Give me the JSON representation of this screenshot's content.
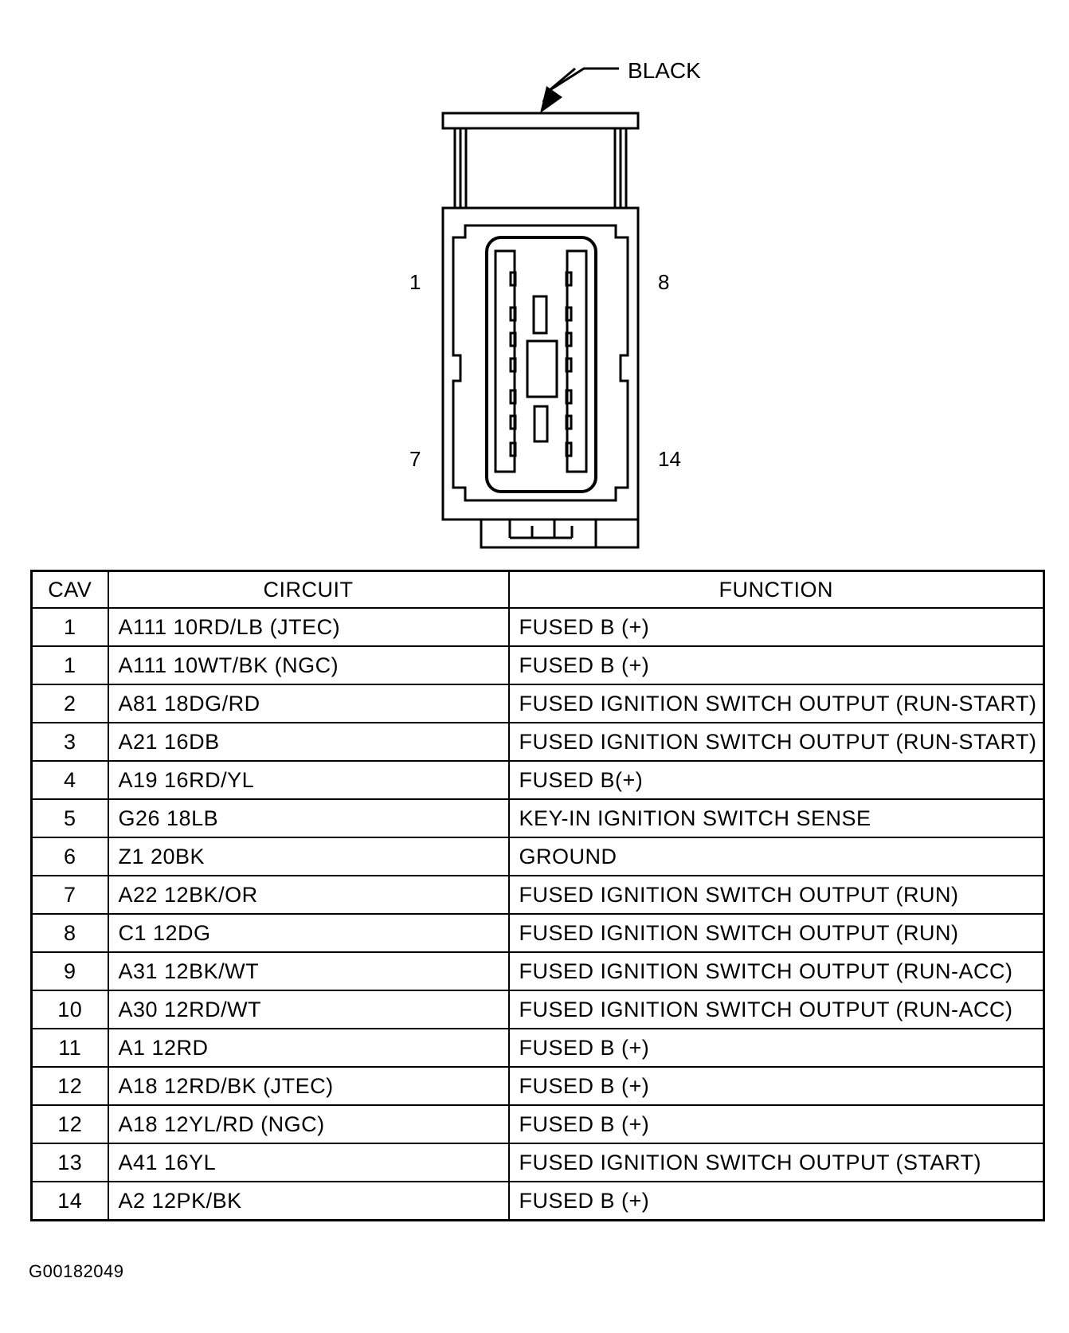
{
  "connector": {
    "color_label": "BLACK",
    "pin_labels": {
      "top_left": "1",
      "bottom_left": "7",
      "top_right": "8",
      "bottom_right": "14"
    }
  },
  "table": {
    "headers": {
      "cav": "CAV",
      "circuit": "CIRCUIT",
      "function": "FUNCTION"
    },
    "rows": [
      {
        "cav": "1",
        "circuit": "A111 10RD/LB (JTEC)",
        "function": "FUSED B (+)"
      },
      {
        "cav": "1",
        "circuit": "A111 10WT/BK (NGC)",
        "function": "FUSED B (+)"
      },
      {
        "cav": "2",
        "circuit": "A81 18DG/RD",
        "function": "FUSED IGNITION SWITCH OUTPUT (RUN-START)"
      },
      {
        "cav": "3",
        "circuit": "A21 16DB",
        "function": "FUSED IGNITION SWITCH OUTPUT (RUN-START)"
      },
      {
        "cav": "4",
        "circuit": "A19 16RD/YL",
        "function": "FUSED B(+)"
      },
      {
        "cav": "5",
        "circuit": "G26 18LB",
        "function": "KEY-IN IGNITION SWITCH SENSE"
      },
      {
        "cav": "6",
        "circuit": "Z1 20BK",
        "function": "GROUND"
      },
      {
        "cav": "7",
        "circuit": "A22 12BK/OR",
        "function": "FUSED IGNITION SWITCH OUTPUT (RUN)"
      },
      {
        "cav": "8",
        "circuit": "C1 12DG",
        "function": "FUSED IGNITION SWITCH OUTPUT (RUN)"
      },
      {
        "cav": "9",
        "circuit": "A31 12BK/WT",
        "function": "FUSED IGNITION SWITCH OUTPUT (RUN-ACC)"
      },
      {
        "cav": "10",
        "circuit": "A30 12RD/WT",
        "function": "FUSED IGNITION SWITCH OUTPUT (RUN-ACC)"
      },
      {
        "cav": "11",
        "circuit": "A1 12RD",
        "function": "FUSED B (+)"
      },
      {
        "cav": "12",
        "circuit": "A18 12RD/BK (JTEC)",
        "function": "FUSED B (+)"
      },
      {
        "cav": "12",
        "circuit": "A18 12YL/RD (NGC)",
        "function": "FUSED B (+)"
      },
      {
        "cav": "13",
        "circuit": "A41 16YL",
        "function": "FUSED IGNITION SWITCH OUTPUT (START)"
      },
      {
        "cav": "14",
        "circuit": "A2 12PK/BK",
        "function": "FUSED B (+)"
      }
    ]
  },
  "figure_id": "G00182049"
}
